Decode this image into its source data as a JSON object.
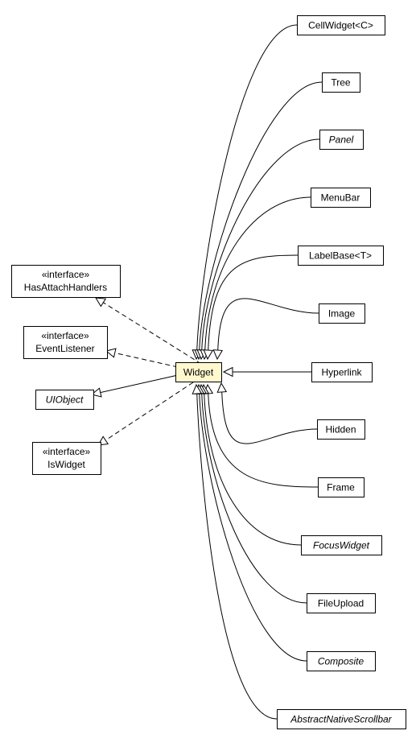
{
  "diagram": {
    "center": {
      "id": "widget",
      "label": "Widget",
      "fill": "#fff8cf"
    },
    "supertypes": [
      {
        "id": "has-attach-handlers",
        "stereotype": "«interface»",
        "label": "HasAttachHandlers",
        "italic": false,
        "relation": "realization"
      },
      {
        "id": "event-listener",
        "stereotype": "«interface»",
        "label": "EventListener",
        "italic": false,
        "relation": "realization"
      },
      {
        "id": "ui-object",
        "stereotype": "",
        "label": "UIObject",
        "italic": true,
        "relation": "generalization"
      },
      {
        "id": "is-widget",
        "stereotype": "«interface»",
        "label": "IsWidget",
        "italic": false,
        "relation": "realization"
      }
    ],
    "subclasses": [
      {
        "id": "cell-widget",
        "label": "CellWidget<C>",
        "italic": false
      },
      {
        "id": "tree",
        "label": "Tree",
        "italic": false
      },
      {
        "id": "panel",
        "label": "Panel",
        "italic": true
      },
      {
        "id": "menu-bar",
        "label": "MenuBar",
        "italic": false
      },
      {
        "id": "label-base",
        "label": "LabelBase<T>",
        "italic": false
      },
      {
        "id": "image",
        "label": "Image",
        "italic": false
      },
      {
        "id": "hyperlink",
        "label": "Hyperlink",
        "italic": false
      },
      {
        "id": "hidden",
        "label": "Hidden",
        "italic": false
      },
      {
        "id": "frame",
        "label": "Frame",
        "italic": false
      },
      {
        "id": "focus-widget",
        "label": "FocusWidget",
        "italic": true
      },
      {
        "id": "file-upload",
        "label": "FileUpload",
        "italic": false
      },
      {
        "id": "composite",
        "label": "Composite",
        "italic": true
      },
      {
        "id": "abstract-native-scrollbar",
        "label": "AbstractNativeScrollbar",
        "italic": true
      }
    ]
  }
}
